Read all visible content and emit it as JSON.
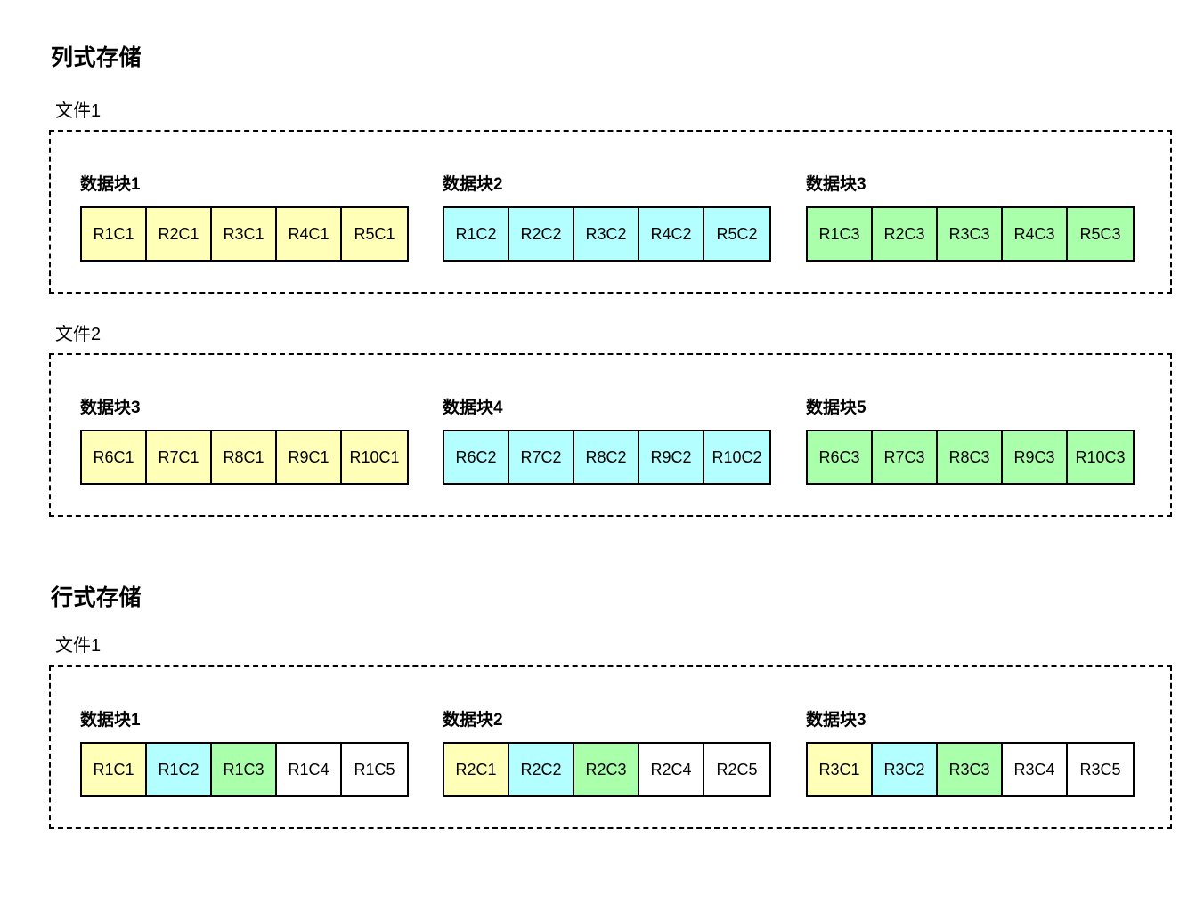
{
  "colors": {
    "column1": "#ffffb8",
    "column2": "#b3ffff",
    "column3": "#aaffaa",
    "column_other": "#ffffff",
    "border": "#000000",
    "background": "#ffffff"
  },
  "sections": [
    {
      "title": "列式存储",
      "files": [
        {
          "label": "文件1",
          "blocks": [
            {
              "label": "数据块1",
              "cells": [
                {
                  "text": "R1C1",
                  "color": "yellow"
                },
                {
                  "text": "R2C1",
                  "color": "yellow"
                },
                {
                  "text": "R3C1",
                  "color": "yellow"
                },
                {
                  "text": "R4C1",
                  "color": "yellow"
                },
                {
                  "text": "R5C1",
                  "color": "yellow"
                }
              ]
            },
            {
              "label": "数据块2",
              "cells": [
                {
                  "text": "R1C2",
                  "color": "cyan"
                },
                {
                  "text": "R2C2",
                  "color": "cyan"
                },
                {
                  "text": "R3C2",
                  "color": "cyan"
                },
                {
                  "text": "R4C2",
                  "color": "cyan"
                },
                {
                  "text": "R5C2",
                  "color": "cyan"
                }
              ]
            },
            {
              "label": "数据块3",
              "cells": [
                {
                  "text": "R1C3",
                  "color": "green"
                },
                {
                  "text": "R2C3",
                  "color": "green"
                },
                {
                  "text": "R3C3",
                  "color": "green"
                },
                {
                  "text": "R4C3",
                  "color": "green"
                },
                {
                  "text": "R5C3",
                  "color": "green"
                }
              ]
            }
          ]
        },
        {
          "label": "文件2",
          "blocks": [
            {
              "label": "数据块3",
              "cells": [
                {
                  "text": "R6C1",
                  "color": "yellow"
                },
                {
                  "text": "R7C1",
                  "color": "yellow"
                },
                {
                  "text": "R8C1",
                  "color": "yellow"
                },
                {
                  "text": "R9C1",
                  "color": "yellow"
                },
                {
                  "text": "R10C1",
                  "color": "yellow"
                }
              ]
            },
            {
              "label": "数据块4",
              "cells": [
                {
                  "text": "R6C2",
                  "color": "cyan"
                },
                {
                  "text": "R7C2",
                  "color": "cyan"
                },
                {
                  "text": "R8C2",
                  "color": "cyan"
                },
                {
                  "text": "R9C2",
                  "color": "cyan"
                },
                {
                  "text": "R10C2",
                  "color": "cyan"
                }
              ]
            },
            {
              "label": "数据块5",
              "cells": [
                {
                  "text": "R6C3",
                  "color": "green"
                },
                {
                  "text": "R7C3",
                  "color": "green"
                },
                {
                  "text": "R8C3",
                  "color": "green"
                },
                {
                  "text": "R9C3",
                  "color": "green"
                },
                {
                  "text": "R10C3",
                  "color": "green"
                }
              ]
            }
          ]
        }
      ]
    },
    {
      "title": "行式存储",
      "files": [
        {
          "label": "文件1",
          "blocks": [
            {
              "label": "数据块1",
              "cells": [
                {
                  "text": "R1C1",
                  "color": "yellow"
                },
                {
                  "text": "R1C2",
                  "color": "cyan"
                },
                {
                  "text": "R1C3",
                  "color": "green"
                },
                {
                  "text": "R1C4",
                  "color": "white"
                },
                {
                  "text": "R1C5",
                  "color": "white"
                }
              ]
            },
            {
              "label": "数据块2",
              "cells": [
                {
                  "text": "R2C1",
                  "color": "yellow"
                },
                {
                  "text": "R2C2",
                  "color": "cyan"
                },
                {
                  "text": "R2C3",
                  "color": "green"
                },
                {
                  "text": "R2C4",
                  "color": "white"
                },
                {
                  "text": "R2C5",
                  "color": "white"
                }
              ]
            },
            {
              "label": "数据块3",
              "cells": [
                {
                  "text": "R3C1",
                  "color": "yellow"
                },
                {
                  "text": "R3C2",
                  "color": "cyan"
                },
                {
                  "text": "R3C3",
                  "color": "green"
                },
                {
                  "text": "R3C4",
                  "color": "white"
                },
                {
                  "text": "R3C5",
                  "color": "white"
                }
              ]
            }
          ]
        }
      ]
    }
  ]
}
